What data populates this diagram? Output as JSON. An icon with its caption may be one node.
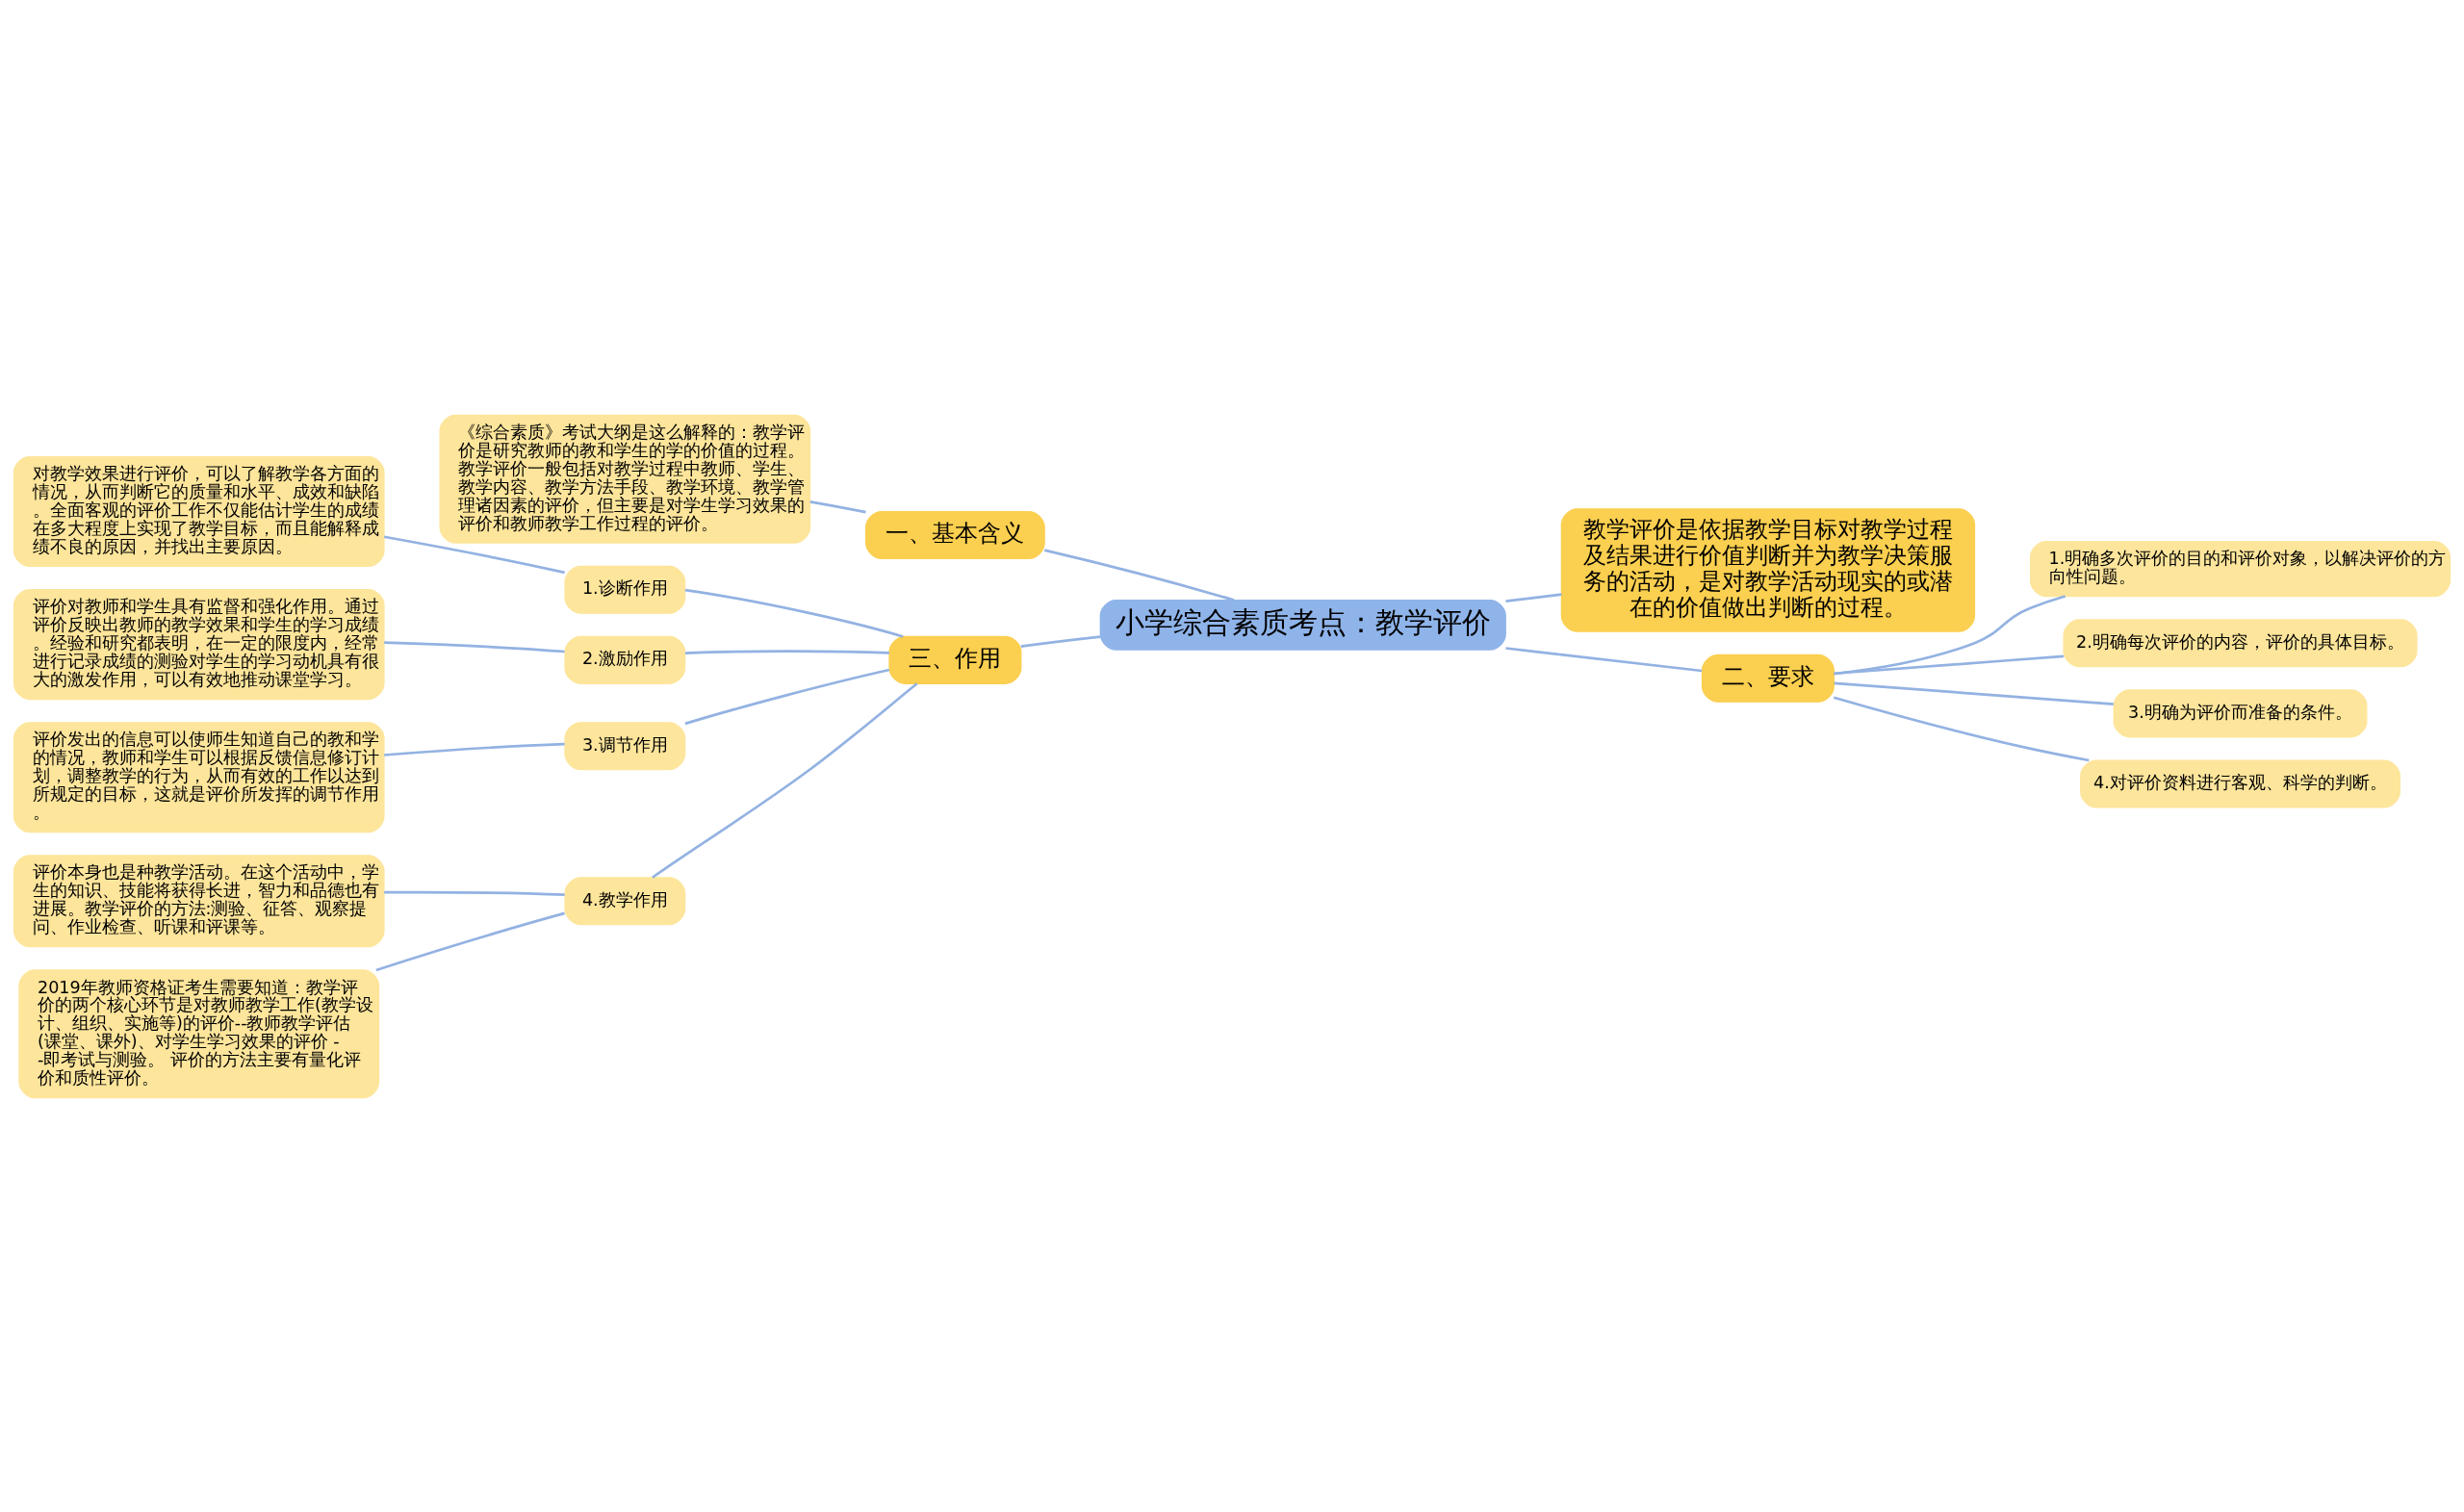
{
  "diagram": {
    "nodes": [
      {
        "text": [
          "小学综合素质考点：教学评价"
        ]
      },
      {
        "text": [
          "一、基本含义"
        ]
      },
      {
        "text": [
          "《综合素质》考试大纲是这么解释的：教学评价是研究教师的教和学生的学的价值的过程。教学评价一般包括对教学过程中教师、学生、教学内容、教学方法手段、教学环境、教学管理诸因素的评价，但主要是对学生学习效果的评价和教师教学工作过程的评价。"
        ]
      },
      {
        "text": [
          "教学评价是依据教学目标对教学过程及结果进行价值判断并为教学决策服务的活动，是对教学活动现实的或潜在的价值做出判断的过程。"
        ]
      },
      {
        "text": [
          "二、要求"
        ]
      },
      {
        "text": [
          "1.明确多次评价的目的和评价对象，以解决评价的方向性问题。"
        ]
      },
      {
        "text": [
          "2.明确每次评价的内容，评价的具体目标。"
        ]
      },
      {
        "text": [
          "3.明确为评价而准备的条件。"
        ]
      },
      {
        "text": [
          "4.对评价资料进行客观、科学的判断。"
        ]
      },
      {
        "text": [
          "三、作用"
        ]
      },
      {
        "text": [
          "1.诊断作用"
        ]
      },
      {
        "text": [
          "对教学效果进行评价，可以了解教学各方面的情况，从而判断它的质量和水平、成效和缺陷。全面客观的评价工作不仅能估计学生的成绩在多大程度上实现了教学目标，而且能解释成绩不良的原因，并找出主要原因。"
        ]
      },
      {
        "text": [
          "2.激励作用"
        ]
      },
      {
        "text": [
          "评价对教师和学生具有监督和强化作用。通过评价反映出教师的教学效果和学生的学习成绩。经验和研究都表明，在一定的限度内，经常进行记录成绩的测验对学生的学习动机具有很大的激发作用，可以有效地推动课堂学习。"
        ]
      },
      {
        "text": [
          "3.调节作用"
        ]
      },
      {
        "text": [
          "评价发出的信息可以使师生知道自己的教和学的情况，教师和学生可以根据反馈信息修订计划，调整教学的行为，从而有效的工作以达到所规定的目标，这就是评价所发挥的调节作用。"
        ]
      },
      {
        "text": [
          "4.教学作用"
        ]
      },
      {
        "text": [
          "评价本身也是种教学活动。在这个活动中，学生的知识、技能将获得长进，智力和品德也有进展。教学评价的方法:测验、征答、观察提问、作业检查、听课和评课等。"
        ]
      },
      {
        "text": [
          "2019年教师资格证考生需要知道：教学评价的两个核心环节是对教师教学工作(教学设计、组织、实施等)的评价--教师教学评估(课堂、课外)、对学生学习效果的评价 --即考试与测验。 评价的方法主要有量化评价和质性评价。"
        ]
      }
    ],
    "edges": [
      {
        "from": 0,
        "to": 1,
        "arrow": "none"
      },
      {
        "from": 1,
        "to": 2,
        "arrow": "none"
      },
      {
        "from": 0,
        "to": 3,
        "arrow": "none"
      },
      {
        "from": 0,
        "to": 4,
        "arrow": "none"
      },
      {
        "from": 4,
        "to": 5,
        "arrow": "none"
      },
      {
        "from": 4,
        "to": 6,
        "arrow": "none"
      },
      {
        "from": 4,
        "to": 7,
        "arrow": "none"
      },
      {
        "from": 4,
        "to": 8,
        "arrow": "none"
      },
      {
        "from": 0,
        "to": 9,
        "arrow": "none"
      },
      {
        "from": 9,
        "to": 10,
        "arrow": "none"
      },
      {
        "from": 10,
        "to": 11,
        "arrow": "none"
      },
      {
        "from": 9,
        "to": 12,
        "arrow": "none"
      },
      {
        "from": 12,
        "to": 13,
        "arrow": "none"
      },
      {
        "from": 9,
        "to": 14,
        "arrow": "none"
      },
      {
        "from": 14,
        "to": 15,
        "arrow": "none"
      },
      {
        "from": 9,
        "to": 16,
        "arrow": "none"
      },
      {
        "from": 16,
        "to": 17,
        "arrow": "none"
      },
      {
        "from": 16,
        "to": 18,
        "arrow": "none"
      }
    ]
  }
}
